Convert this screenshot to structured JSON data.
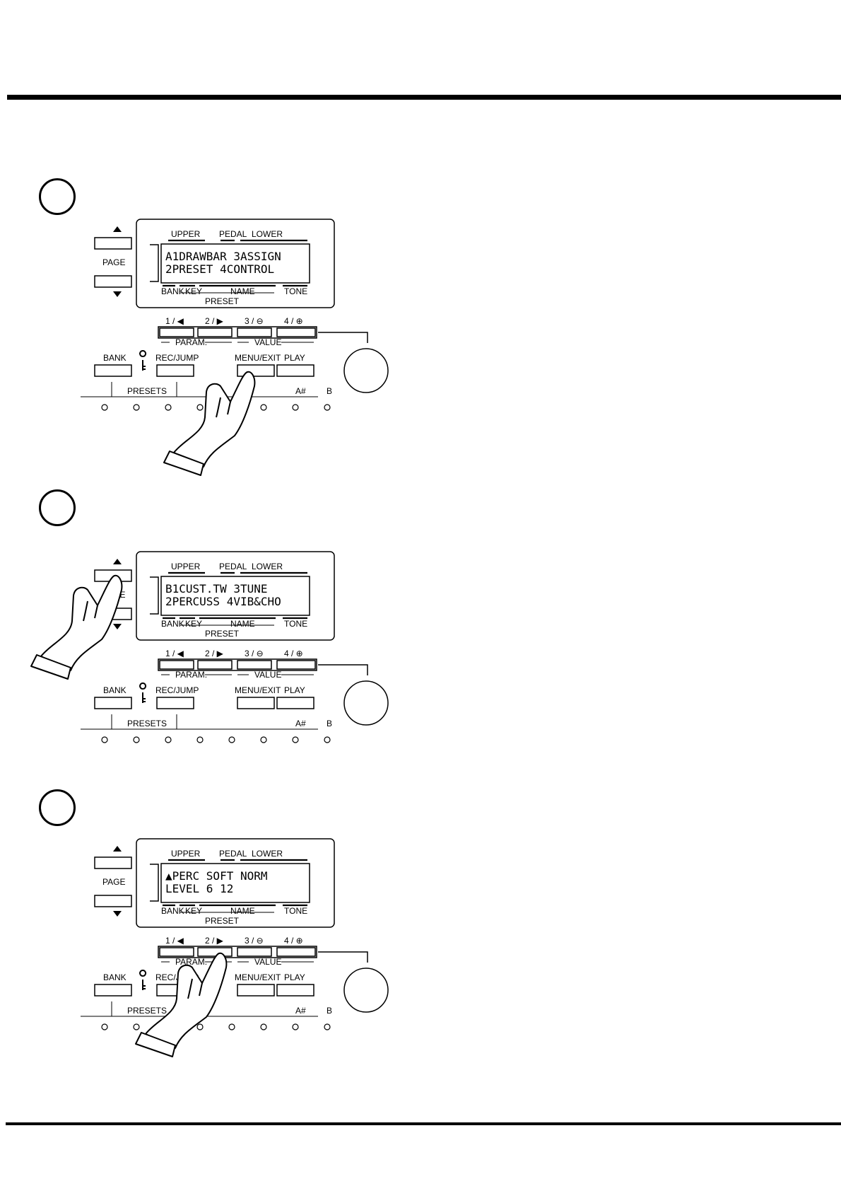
{
  "labels": {
    "page": "PAGE",
    "upper": "UPPER",
    "pedal": "PEDAL",
    "lower": "LOWER",
    "bank_under": "BANK",
    "key": "KEY",
    "name": "NAME",
    "tone": "TONE",
    "preset": "PRESET",
    "btn1": "1 / ◀",
    "btn2": "2 / ▶",
    "btn3": "3 / ⊖",
    "btn4": "4 / ⊕",
    "param": "PARAM.",
    "value": "VALUE",
    "bank": "BANK",
    "rec_jump": "REC/JUMP",
    "menu_exit": "MENU/EXIT",
    "play": "PLAY",
    "presets": "PRESETS",
    "a_sharp": "A#",
    "b": "B"
  },
  "steps": [
    {
      "lcd_line1": "A1DRAWBAR  3ASSIGN",
      "lcd_line2": " 2PRESET  4CONTROL",
      "pointer": "menu-exit-button"
    },
    {
      "lcd_line1": "B1CUST.TW  3TUNE",
      "lcd_line2": " 2PERCUSS  4VIB&CHO",
      "pointer": "page-up-button"
    },
    {
      "lcd_line1": "▲PERC     SOFT NORM",
      "lcd_line2": " LEVEL      6   12",
      "pointer": "param-right-button"
    }
  ],
  "icons": [
    "hand-pointer-icon",
    "key-icon",
    "arrow-up-icon",
    "arrow-down-icon",
    "value-knob-icon"
  ]
}
